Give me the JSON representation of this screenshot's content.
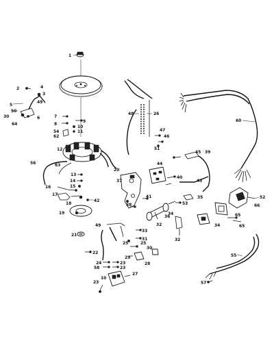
{
  "diagram": {
    "callouts": [
      {
        "id": "c1",
        "text": "1"
      },
      {
        "id": "c2",
        "text": "2"
      },
      {
        "id": "c3",
        "text": "3"
      },
      {
        "id": "c4",
        "text": "4"
      },
      {
        "id": "c5",
        "text": "5"
      },
      {
        "id": "c49a",
        "text": "49"
      },
      {
        "id": "c50",
        "text": "50"
      },
      {
        "id": "c30a",
        "text": "30"
      },
      {
        "id": "c6",
        "text": "6"
      },
      {
        "id": "c64",
        "text": "64"
      },
      {
        "id": "c7",
        "text": "7"
      },
      {
        "id": "c8",
        "text": "8"
      },
      {
        "id": "c9",
        "text": "9"
      },
      {
        "id": "c10a",
        "text": "10"
      },
      {
        "id": "c11",
        "text": "11"
      },
      {
        "id": "c54",
        "text": "54"
      },
      {
        "id": "c62",
        "text": "62"
      },
      {
        "id": "c12",
        "text": "12"
      },
      {
        "id": "c56",
        "text": "56"
      },
      {
        "id": "c63",
        "text": "63"
      },
      {
        "id": "c13",
        "text": "13"
      },
      {
        "id": "c14",
        "text": "14"
      },
      {
        "id": "c15",
        "text": "15"
      },
      {
        "id": "c16",
        "text": "16"
      },
      {
        "id": "c17",
        "text": "17"
      },
      {
        "id": "c18",
        "text": "18"
      },
      {
        "id": "c19",
        "text": "19"
      },
      {
        "id": "c20",
        "text": "20"
      },
      {
        "id": "c42",
        "text": "42"
      },
      {
        "id": "c21",
        "text": "21"
      },
      {
        "id": "c22",
        "text": "22"
      },
      {
        "id": "c49b",
        "text": "49"
      },
      {
        "id": "c48",
        "text": "48"
      },
      {
        "id": "c26",
        "text": "26"
      },
      {
        "id": "c47",
        "text": "47"
      },
      {
        "id": "c46",
        "text": "46"
      },
      {
        "id": "c51",
        "text": "51"
      },
      {
        "id": "c60",
        "text": "60"
      },
      {
        "id": "c45",
        "text": "45"
      },
      {
        "id": "c39",
        "text": "39"
      },
      {
        "id": "c43",
        "text": "43"
      },
      {
        "id": "c44",
        "text": "44"
      },
      {
        "id": "c37",
        "text": "37"
      },
      {
        "id": "c40",
        "text": "40"
      },
      {
        "id": "c41",
        "text": "41"
      },
      {
        "id": "c38",
        "text": "38"
      },
      {
        "id": "c36",
        "text": "36"
      },
      {
        "id": "c35",
        "text": "35"
      },
      {
        "id": "c53",
        "text": "53"
      },
      {
        "id": "c52",
        "text": "52"
      },
      {
        "id": "c66",
        "text": "66"
      },
      {
        "id": "c65",
        "text": "65"
      },
      {
        "id": "c34",
        "text": "34"
      },
      {
        "id": "c32a",
        "text": "32"
      },
      {
        "id": "c32b",
        "text": "32"
      },
      {
        "id": "c33",
        "text": "33"
      },
      {
        "id": "c31",
        "text": "31"
      },
      {
        "id": "c25a",
        "text": "25"
      },
      {
        "id": "c25b",
        "text": "25"
      },
      {
        "id": "c30b",
        "text": "30"
      },
      {
        "id": "c29",
        "text": "29"
      },
      {
        "id": "c28",
        "text": "28"
      },
      {
        "id": "c24",
        "text": "24"
      },
      {
        "id": "c23a",
        "text": "23"
      },
      {
        "id": "c58",
        "text": "58"
      },
      {
        "id": "c23b",
        "text": "23"
      },
      {
        "id": "c10b",
        "text": "10"
      },
      {
        "id": "c27",
        "text": "27"
      },
      {
        "id": "c55",
        "text": "55"
      },
      {
        "id": "c57",
        "text": "57"
      }
    ]
  }
}
